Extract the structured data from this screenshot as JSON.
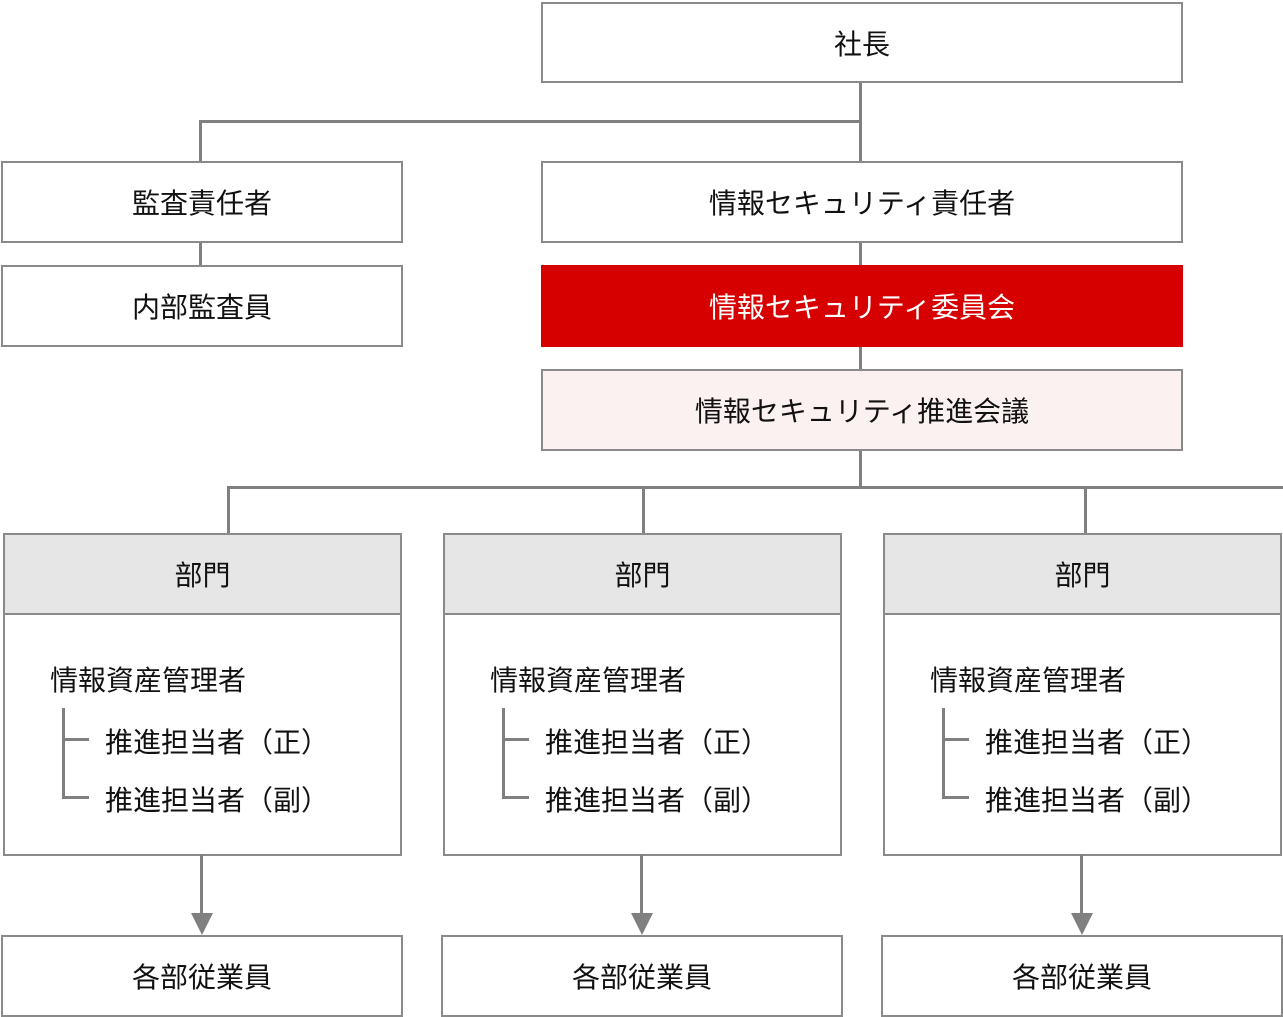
{
  "president": "社長",
  "audit_manager": "監査責任者",
  "internal_auditor": "内部監査員",
  "security_officer": "情報セキュリティ責任者",
  "security_committee": "情報セキュリティ委員会",
  "promotion_meeting": "情報セキュリティ推進会議",
  "departments": [
    {
      "title": "部門",
      "manager": "情報資産管理者",
      "primary": "推進担当者（正）",
      "deputy": "推進担当者（副）",
      "staff": "各部従業員"
    },
    {
      "title": "部門",
      "manager": "情報資産管理者",
      "primary": "推進担当者（正）",
      "deputy": "推進担当者（副）",
      "staff": "各部従業員"
    },
    {
      "title": "部門",
      "manager": "情報資産管理者",
      "primary": "推進担当者（正）",
      "deputy": "推進担当者（副）",
      "staff": "各部従業員"
    }
  ],
  "colors": {
    "committee": "#d70000",
    "meeting": "#fbf1f0",
    "dept_header": "#e6e6e6",
    "line": "#808080"
  }
}
